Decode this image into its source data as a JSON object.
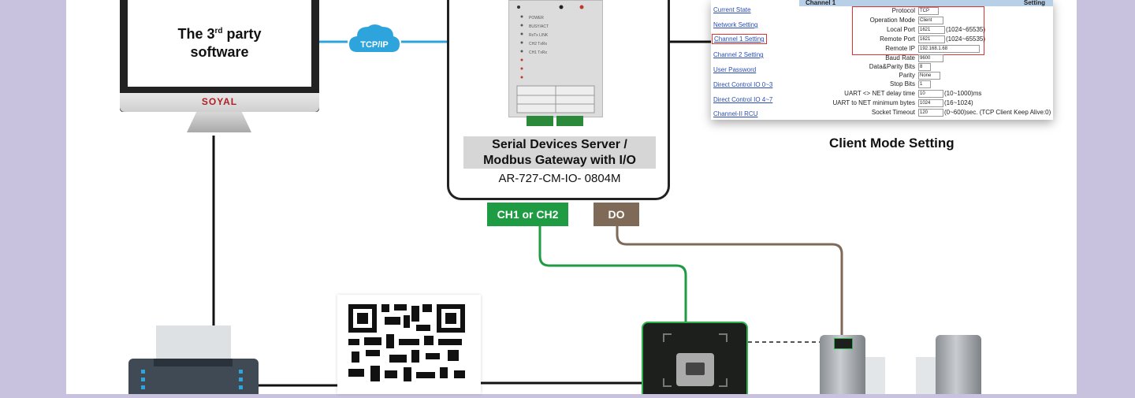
{
  "software": {
    "line1": "The 3",
    "sup": "rd",
    "line1b": " party",
    "line2": "software"
  },
  "monitor": {
    "brand": "SOYAL"
  },
  "link": {
    "tcpip": "TCP/IP"
  },
  "device": {
    "title_line1": "Serial Devices Server /",
    "title_line2": "Modbus Gateway with I/O",
    "model": "AR-727-CM-IO- 0804M",
    "leds": [
      "POWER",
      "BUSY/ACT",
      "RxTx LINK",
      "CH2 TxRx",
      "CH1 TxRx"
    ]
  },
  "tags": {
    "ch": "CH1 or CH2",
    "do": "DO"
  },
  "settings": {
    "header_left": "Channel 1",
    "header_right": "Setting",
    "nav": [
      "Current State",
      "Network Setting",
      "Channel 1 Setting",
      "Channel 2 Setting",
      "User Password",
      "Direct Control IO 0~3",
      "Direct Control IO 4~7",
      "Channel-II RCU"
    ],
    "fields": [
      {
        "label": "Protocol",
        "value": "TCP",
        "range": ""
      },
      {
        "label": "Operation Mode",
        "value": "Client",
        "range": ""
      },
      {
        "label": "Local Port",
        "value": "1621",
        "range": "(1024~65535)"
      },
      {
        "label": "Remote Port",
        "value": "1621",
        "range": "(1024~65535)"
      },
      {
        "label": "Remote IP",
        "value": "192.168.1.68",
        "range": ""
      },
      {
        "label": "Baud Rate",
        "value": "9600",
        "range": ""
      },
      {
        "label": "Data&Parity Bits",
        "value": "8",
        "range": ""
      },
      {
        "label": "Parity",
        "value": "None",
        "range": ""
      },
      {
        "label": "Stop Bits",
        "value": "1",
        "range": ""
      },
      {
        "label": "UART <> NET delay time",
        "value": "10",
        "range": "(10~1000)ms"
      },
      {
        "label": "UART to NET minimum bytes",
        "value": "1024",
        "range": "(16~1024)"
      },
      {
        "label": "Socket Timeout",
        "value": "120",
        "range": "(0~600)sec. (TCP Client Keep Alive:0)"
      }
    ]
  },
  "caption": "Client Mode Setting",
  "colors": {
    "green": "#1e9b43",
    "brown": "#7f6a57",
    "cloud": "#2ea4dc",
    "red": "#e23030"
  }
}
